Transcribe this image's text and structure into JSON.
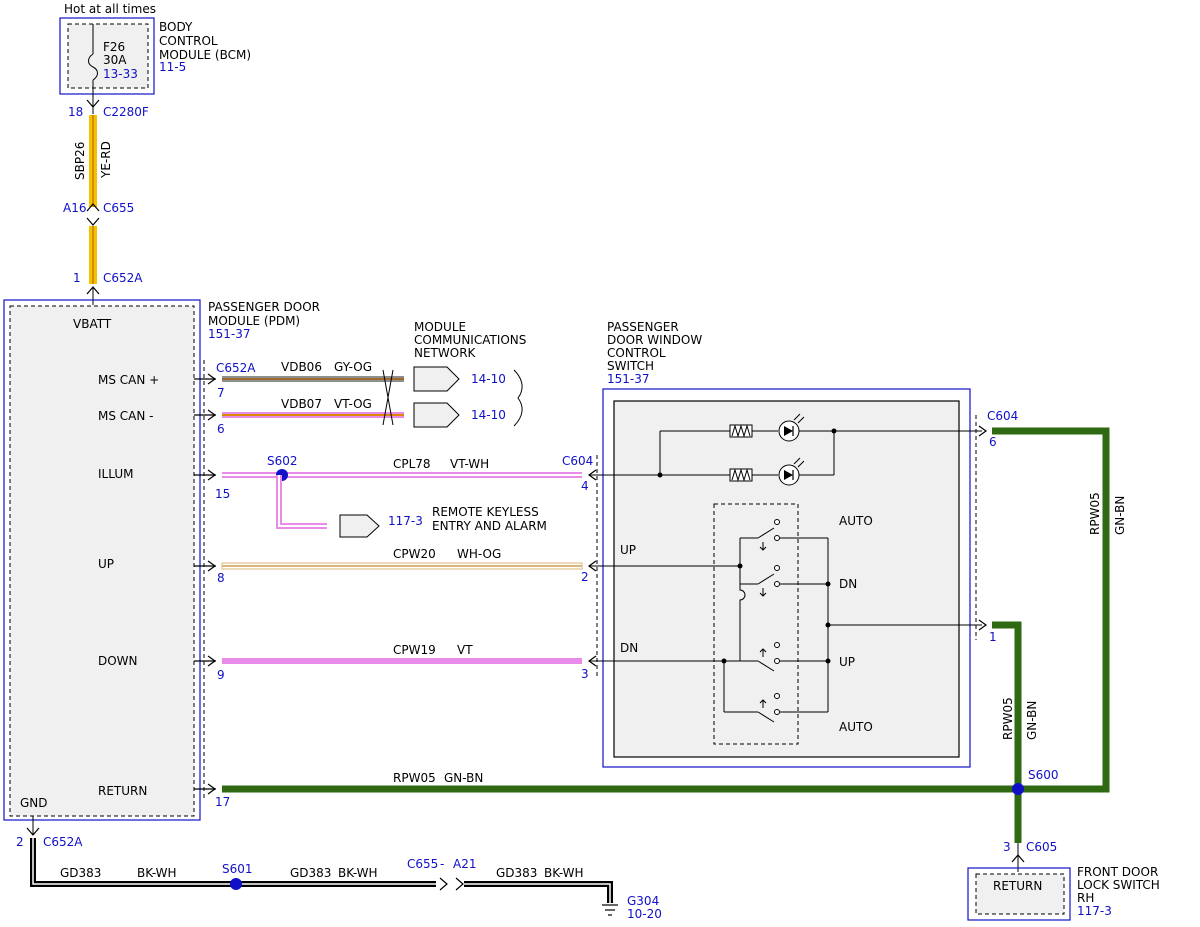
{
  "colors": {
    "wire_yellow": "#f2c400",
    "wire_orange": "#d98a00",
    "wire_green": "#2f6a12",
    "wire_pink": "#e98be8",
    "wire_gray": "#8f8f8f",
    "wire_brown": "#a06a2a",
    "wire_tan": "#d9b87a",
    "ref_blue": "#1010c8",
    "module_fill": "#f0f0f0"
  },
  "bcm": {
    "note": "Hot at all times",
    "name": [
      "BODY",
      "CONTROL",
      "MODULE (BCM)"
    ],
    "page": "11-5",
    "fuse_id": "F26",
    "fuse_rating": "30A",
    "fuse_page": "13-33"
  },
  "feed": {
    "pin_top": "18",
    "conn_top": "C2280F",
    "circuit": "SBP26",
    "color": "YE-RD",
    "pin_mid": "A16",
    "conn_mid": "C655",
    "pin_pdm": "1",
    "conn_pdm": "C652A"
  },
  "pdm": {
    "name": [
      "PASSENGER DOOR",
      "MODULE (PDM)"
    ],
    "page": "151-37",
    "vbatt": "VBATT",
    "gnd": "GND",
    "conn": "C652A",
    "pins": {
      "ms_can_plus": {
        "label": "MS CAN +",
        "pin": "7"
      },
      "ms_can_minus": {
        "label": "MS CAN -",
        "pin": "6"
      },
      "illum": {
        "label": "ILLUM",
        "pin": "15"
      },
      "up": {
        "label": "UP",
        "pin": "8"
      },
      "down": {
        "label": "DOWN",
        "pin": "9"
      },
      "return": {
        "label": "RETURN",
        "pin": "17"
      }
    }
  },
  "network": {
    "name": [
      "MODULE",
      "COMMUNICATIONS",
      "NETWORK"
    ],
    "vdb06": {
      "circuit": "VDB06",
      "color": "GY-OG",
      "page": "14-10"
    },
    "vdb07": {
      "circuit": "VDB07",
      "color": "VT-OG",
      "page": "14-10"
    }
  },
  "illum_wire": {
    "splice": "S602",
    "circuit": "CPL78",
    "color": "VT-WH",
    "conn": "C604",
    "pin": "4",
    "branch_page": "117-3",
    "branch_name": [
      "REMOTE KEYLESS",
      "ENTRY AND ALARM"
    ]
  },
  "up_wire": {
    "circuit": "CPW20",
    "color": "WH-OG",
    "pin": "2",
    "label": "UP"
  },
  "down_wire": {
    "circuit": "CPW19",
    "color": "VT",
    "pin": "3",
    "label": "DN"
  },
  "switch": {
    "name": [
      "PASSENGER",
      "DOOR WINDOW",
      "CONTROL",
      "SWITCH"
    ],
    "page": "151-37",
    "auto_top": "AUTO",
    "dn": "DN",
    "up": "UP",
    "auto_bottom": "AUTO"
  },
  "return_wire": {
    "conn_c604": "C604",
    "pin_6": "6",
    "pin_1": "1",
    "circuit": "RPW05",
    "color": "GN-BN",
    "splice": "S600",
    "pin_3": "3",
    "conn_c605": "C605"
  },
  "lock_switch": {
    "box_label": "RETURN",
    "name": [
      "FRONT DOOR",
      "LOCK SWITCH",
      "RH"
    ],
    "page": "117-3"
  },
  "ground": {
    "pin": "2",
    "conn": "C652A",
    "circuit": "GD383",
    "color": "BK-WH",
    "splice": "S601",
    "inline_conn": "C655",
    "dash": "-",
    "inline_pin": "A21",
    "ground_id": "G304",
    "ground_page": "10-20"
  }
}
